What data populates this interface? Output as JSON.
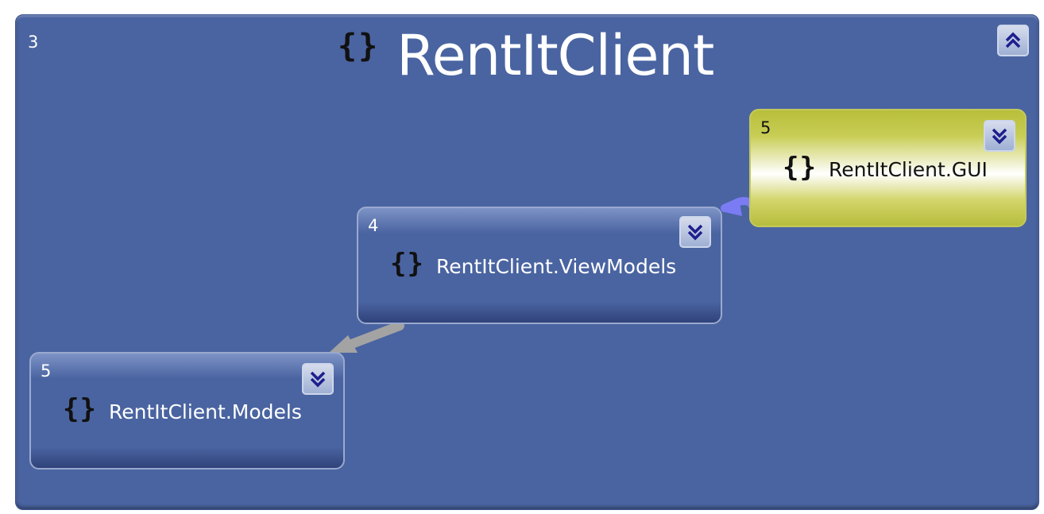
{
  "container": {
    "count": "3",
    "icon": "namespace-braces-icon",
    "title": "RentItClient"
  },
  "nodes": {
    "gui": {
      "count": "5",
      "icon": "namespace-braces-icon",
      "label": "RentItClient.GUI"
    },
    "viewmodels": {
      "count": "4",
      "icon": "namespace-braces-icon",
      "label": "RentItClient.ViewModels"
    },
    "models": {
      "count": "5",
      "icon": "namespace-braces-icon",
      "label": "RentItClient.Models"
    }
  },
  "icon_glyph": "{}",
  "colors": {
    "container_bg": "#4a64a1",
    "highlight_node": "#c8cd55",
    "edge_highlight": "#7b7cf4",
    "edge_default": "#9e9e9e",
    "button_arrow": "#1e1e8c"
  }
}
